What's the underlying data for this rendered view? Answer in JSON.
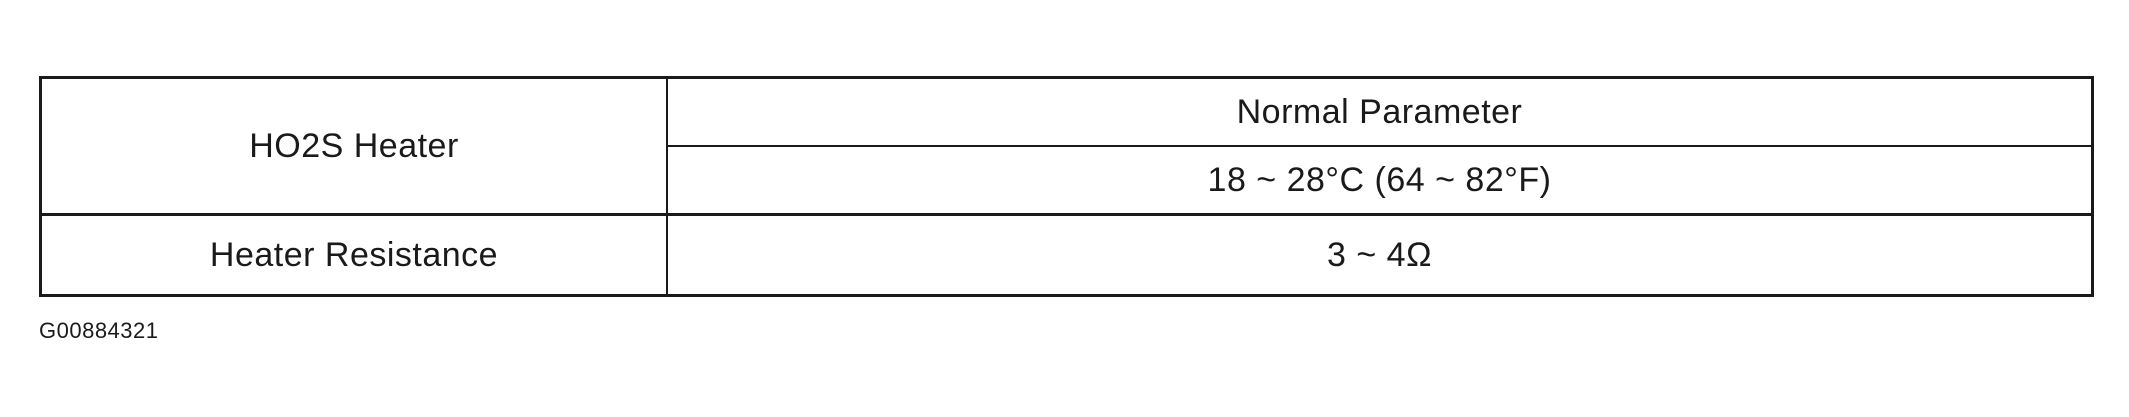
{
  "table": {
    "component_label": "HO2S Heater",
    "parameter_header": "Normal Parameter",
    "temperature_range": "18 ~ 28°C (64 ~ 82°F)",
    "resistance_label": "Heater Resistance",
    "resistance_value": "3 ~ 4Ω"
  },
  "figure_id": "G00884321"
}
